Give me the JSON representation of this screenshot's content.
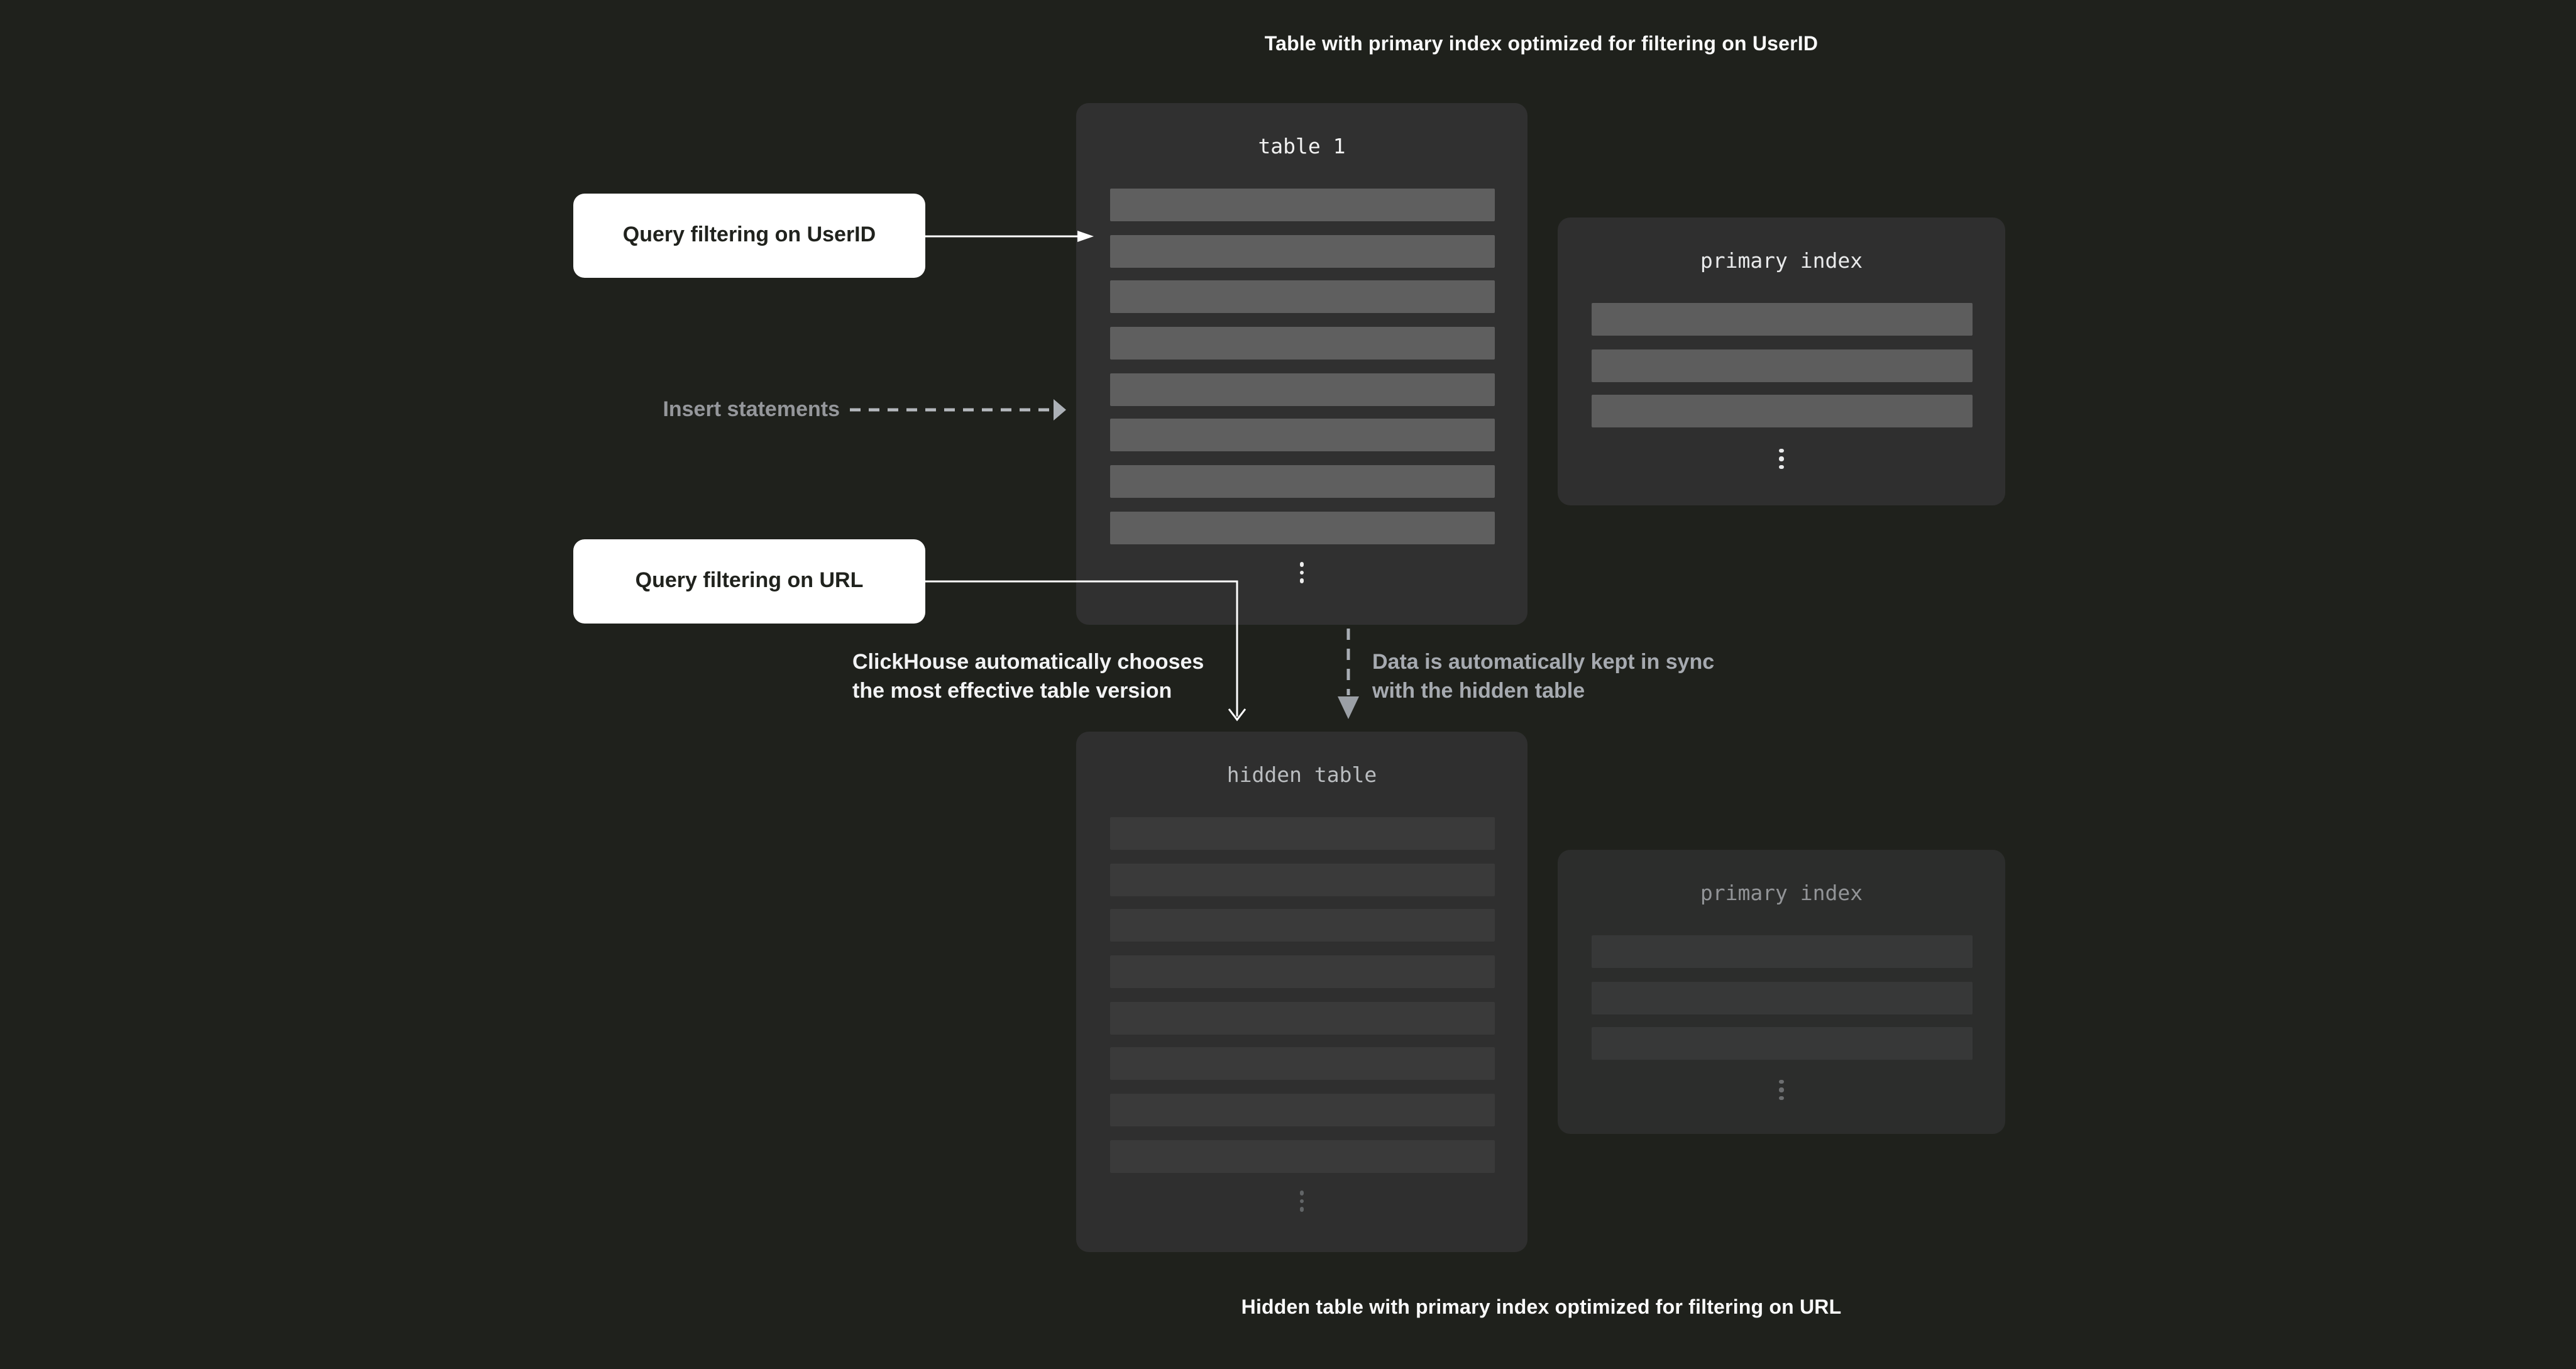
{
  "captions": {
    "top": "Table with primary index optimized for filtering on UserID",
    "bottom": "Hidden table with primary index optimized for filtering on URL"
  },
  "diagram": {
    "table1": {
      "title": "table 1",
      "row_count": 8
    },
    "primary_index_top": {
      "title": "primary index",
      "row_count": 3
    },
    "hidden_table": {
      "title": "hidden table",
      "row_count": 8
    },
    "primary_index_bottom": {
      "title": "primary index",
      "row_count": 3
    }
  },
  "annotations": {
    "query_userid": "Query filtering on UserID",
    "insert_statements": "Insert statements",
    "query_url": "Query filtering on URL",
    "auto_choose_line1": "ClickHouse automatically chooses",
    "auto_choose_line2": "the most effective table version",
    "sync_line1": "Data is automatically kept in sync",
    "sync_line2": "with the hidden table"
  },
  "colors": {
    "background": "#1f211c",
    "panel": "#303030",
    "panel_dim": "#2c2d2c",
    "row_bright": "#5f5f5f",
    "row_dim": "#3a3a3a",
    "panel_title_bright": "#f1f1f1",
    "panel_title_dim": "#929497",
    "arrow_white": "#ffffff",
    "arrow_dashed_gray": "#b4b8bd",
    "insert_label_gray": "#95979b",
    "sync_text_gray": "#a6aab0",
    "query_box_bg": "#ffffff",
    "query_box_text": "#20221d"
  }
}
